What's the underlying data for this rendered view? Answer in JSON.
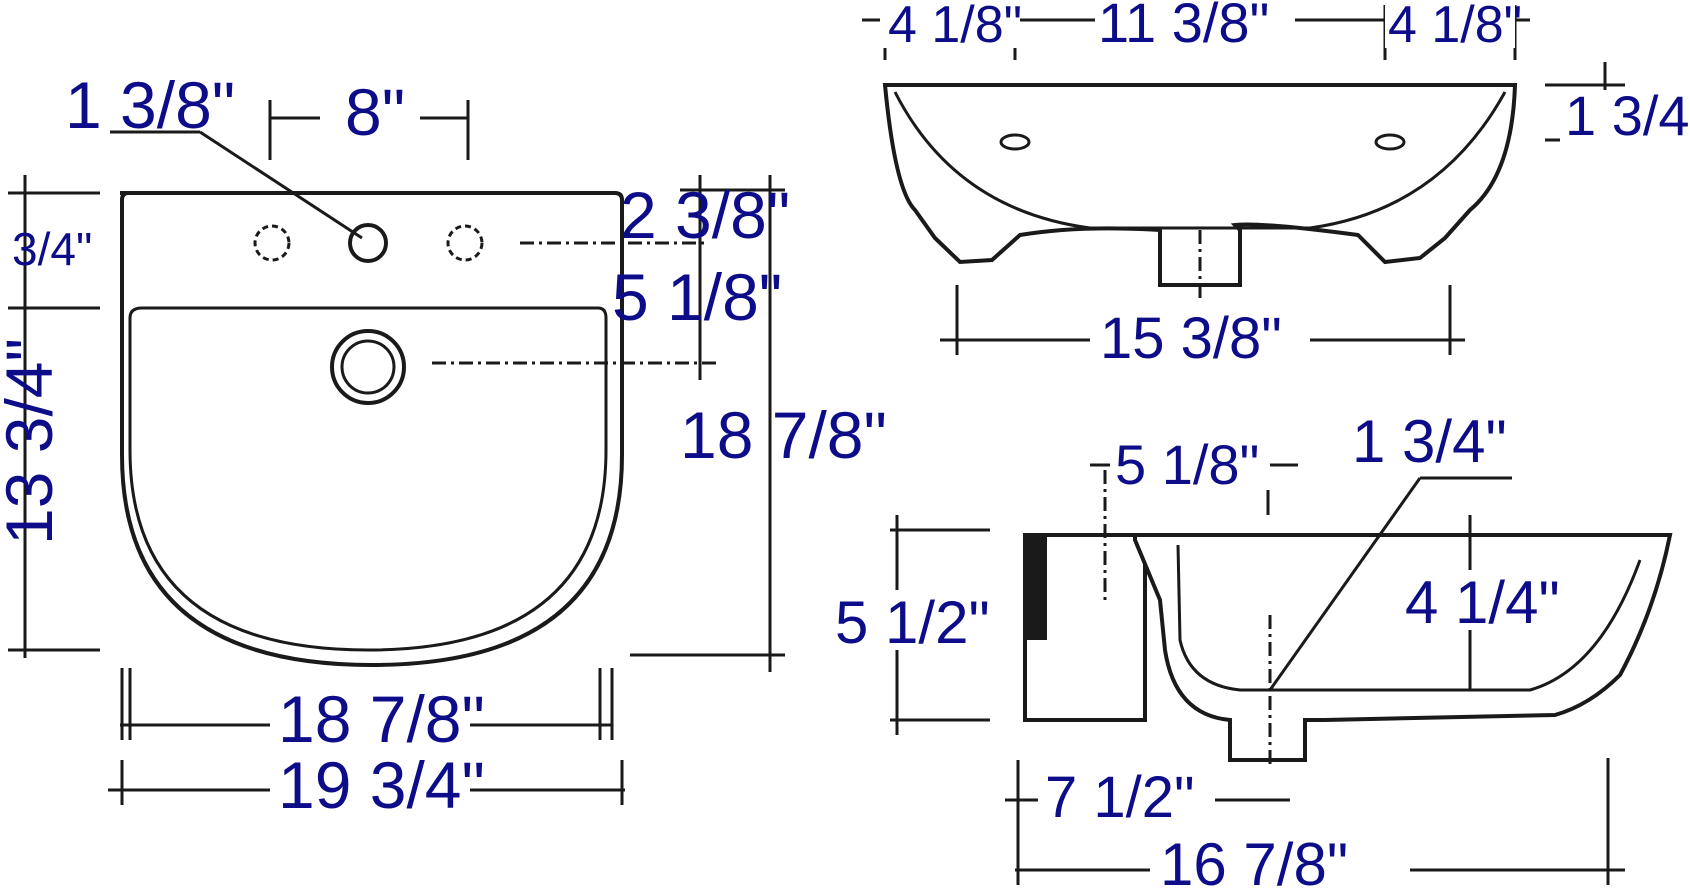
{
  "views": {
    "top": {
      "labels": {
        "faucet_hole": "1 3/8\"",
        "hole_spacing": "8\"",
        "deck_depth": "3/4\"",
        "hole_to_back": "2 3/8\"",
        "drain_to_back": "5 1/8\"",
        "overall_depth": "18 7/8\"",
        "bowl_depth": "13 3/4\"",
        "bowl_width": "18 7/8\"",
        "overall_width": "19 3/4\""
      }
    },
    "front": {
      "labels": {
        "side_left": "4 1/8\"",
        "middle": "11 3/8\"",
        "side_right": "4 1/8\"",
        "rim_height": "1 3/4",
        "base_width": "15 3/8\""
      }
    },
    "section": {
      "labels": {
        "deck": "5 1/8\"",
        "drain": "1 3/4\"",
        "height": "5 1/2\"",
        "bowl_depth": "4 1/4\"",
        "drain_offset": "7 1/2\"",
        "overall": "16 7/8\""
      }
    }
  }
}
